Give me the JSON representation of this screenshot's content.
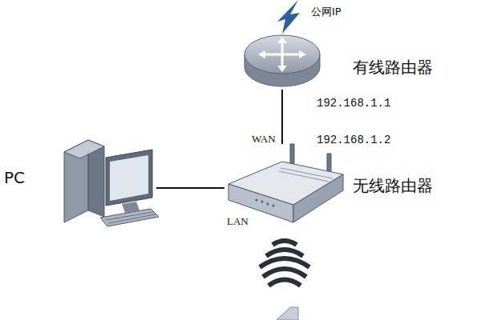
{
  "diagram": {
    "nodes": [
      {
        "text": [
          "有线路由器"
        ]
      },
      {
        "text": [
          "PC"
        ]
      },
      {
        "text": [
          "无线路由器"
        ]
      }
    ],
    "edges": [
      {
        "from": 0,
        "to": 2,
        "arrow": "none"
      },
      {
        "from": 1,
        "to": 2,
        "arrow": "none"
      }
    ],
    "labels": [
      "公网IP",
      "192.168.1.1",
      "WAN",
      "192.168.1.2",
      "LAN"
    ]
  }
}
